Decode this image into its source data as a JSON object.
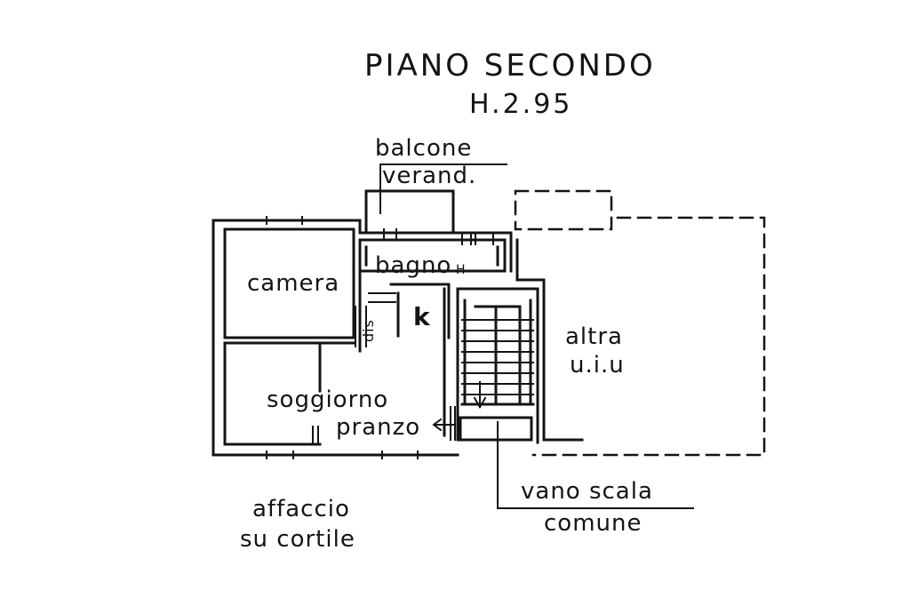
{
  "floor_plan": {
    "title": "PIANO SECONDO",
    "height": "H.2.95",
    "balcony": "balcone",
    "veranda": "verand.",
    "rooms": {
      "bedroom": "camera",
      "bathroom": "bagno",
      "bathroom_suffix": "H",
      "living": "soggiorno",
      "dining": "pranzo",
      "kitchen": "k",
      "storage": "dis",
      "other_unit_line1": "altra",
      "other_unit_line2": "u.i.u"
    },
    "stairwell_line1": "vano scala",
    "stairwell_line2": "comune",
    "courtyard_line1": "affaccio",
    "courtyard_line2": "su cortile"
  }
}
